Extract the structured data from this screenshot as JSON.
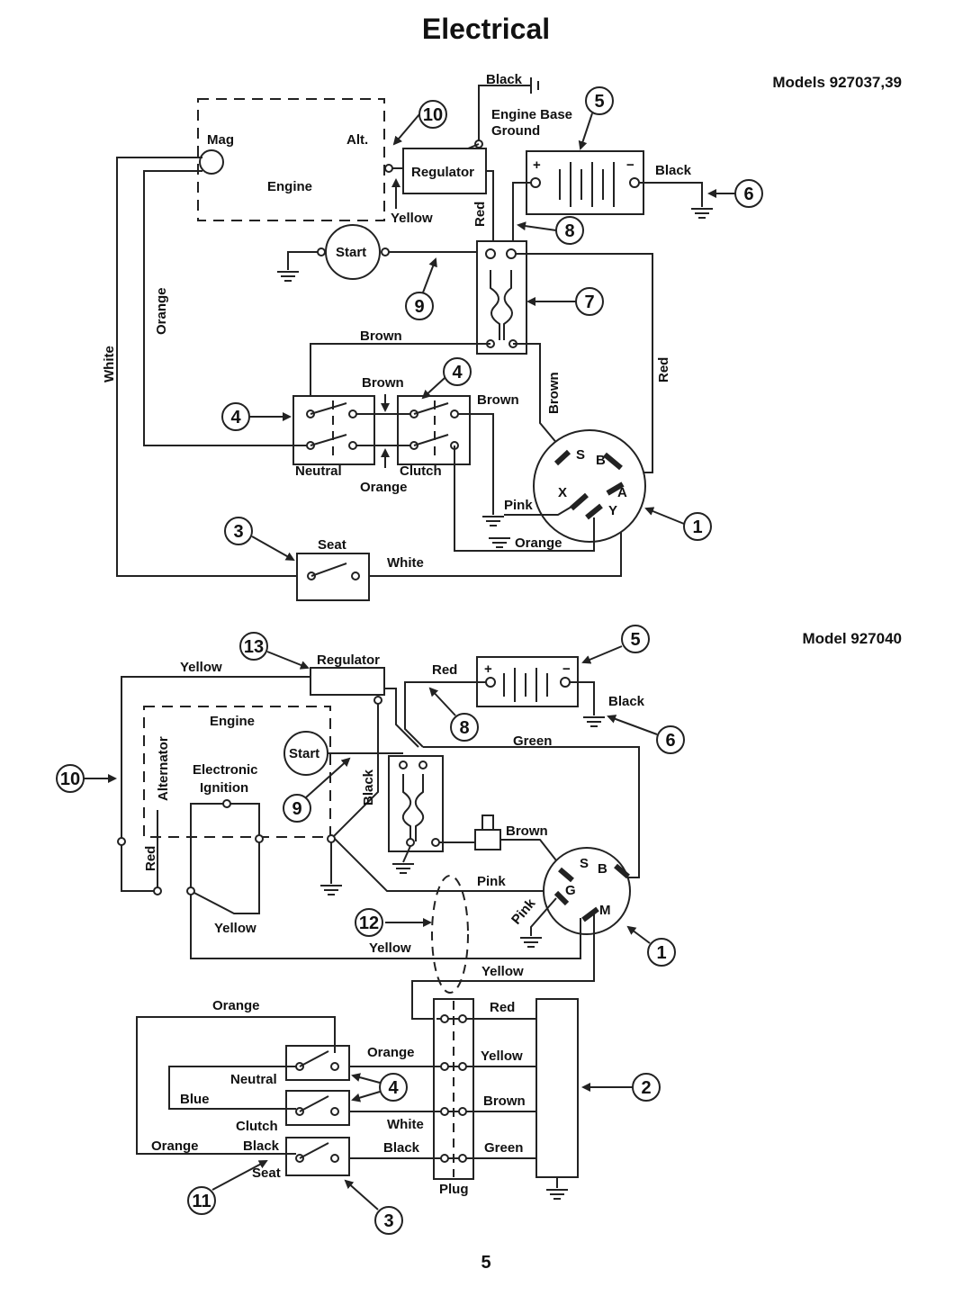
{
  "page": {
    "title": "Electrical",
    "page_number": "5"
  },
  "diagram_top": {
    "model_label": "Models 927037,39",
    "labels": {
      "mag": "Mag",
      "alt": "Alt.",
      "engine": "Engine",
      "regulator": "Regulator",
      "black_top": "Black",
      "engine_base": "Engine Base",
      "ground": "Ground",
      "black_right": "Black",
      "yellow": "Yellow",
      "red_vertical": "Red",
      "start": "Start",
      "orange_vertical": "Orange",
      "white_vertical": "White",
      "brown_top": "Brown",
      "brown_mid": "Brown",
      "brown_right": "Brown",
      "brown_vertical": "Brown",
      "red_right_vertical": "Red",
      "neutral": "Neutral",
      "clutch": "Clutch",
      "orange_bottom": "Orange",
      "pink": "Pink",
      "orange_switch": "Orange",
      "seat": "Seat",
      "white_bottom": "White",
      "term_s": "S",
      "term_b": "B",
      "term_x": "X",
      "term_a": "A",
      "term_y": "Y",
      "plus": "+",
      "minus": "−"
    },
    "callouts": [
      "10",
      "5",
      "6",
      "8",
      "9",
      "7",
      "4",
      "4",
      "3",
      "1"
    ]
  },
  "diagram_bottom": {
    "model_label": "Model 927040",
    "labels": {
      "yellow_top": "Yellow",
      "regulator": "Regulator",
      "red": "Red",
      "black_right": "Black",
      "engine": "Engine",
      "alternator": "Alternator",
      "start": "Start",
      "green": "Green",
      "electronic": "Electronic",
      "ignition": "Ignition",
      "black_vertical": "Black",
      "red_vertical": "Red",
      "brown": "Brown",
      "pink_horizontal": "Pink",
      "pink_diagonal": "Pink",
      "yellow_loop": "Yellow",
      "yellow_mid": "Yellow",
      "yellow_right": "Yellow",
      "term_s": "S",
      "term_b": "B",
      "term_g": "G",
      "term_m": "M",
      "orange_top": "Orange",
      "orange_mid": "Orange",
      "neutral": "Neutral",
      "blue": "Blue",
      "clutch": "Clutch",
      "orange_left": "Orange",
      "black_left": "Black",
      "seat": "Seat",
      "white": "White",
      "black_plug": "Black",
      "red_plug": "Red",
      "yellow_plug": "Yellow",
      "brown_plug": "Brown",
      "green_plug": "Green",
      "plug": "Plug",
      "plus": "+",
      "minus": "−"
    },
    "callouts": [
      "13",
      "5",
      "10",
      "8",
      "6",
      "9",
      "12",
      "1",
      "4",
      "2",
      "11",
      "3"
    ]
  }
}
